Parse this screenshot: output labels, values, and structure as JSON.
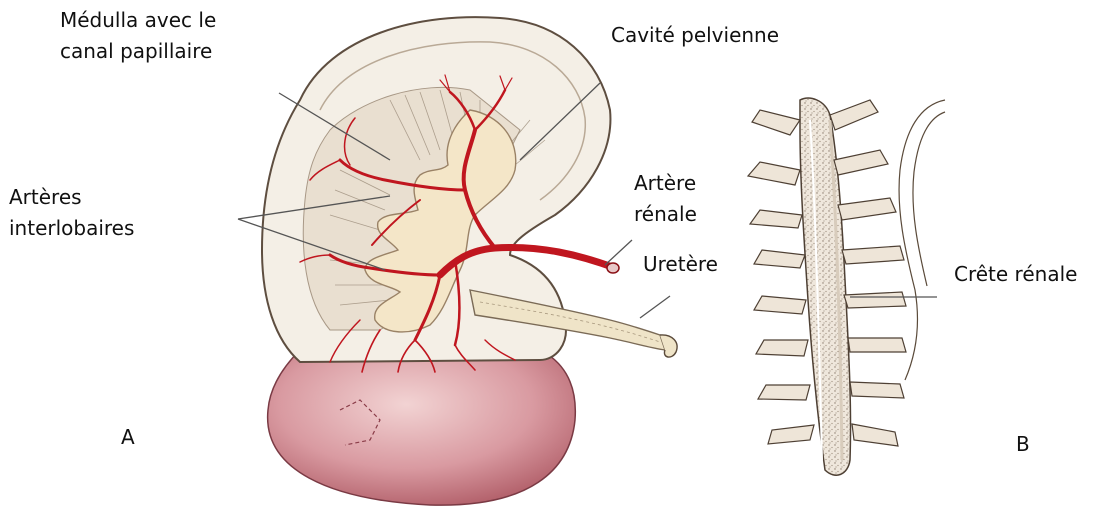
{
  "labels": {
    "medulla_line1": "Médulla avec le",
    "medulla_line2": "canal papillaire",
    "cavite_pelvienne": "Cavité pelvienne",
    "arteres_line1": "Artères",
    "arteres_line2": "interlobaires",
    "artere_renale_line1": "Artère",
    "artere_renale_line2": "rénale",
    "uretere": "Uretère",
    "crete_renale": "Crête rénale",
    "panel_a": "A",
    "panel_b": "B"
  },
  "colors": {
    "capsule": "#f3ede4",
    "cortex_outline": "#6b5a4a",
    "medulla": "#eadfcf",
    "pelvis": "#f4e6c8",
    "artery": "#c0161f",
    "lower_pole": "#d89aa0",
    "lower_pole_dark": "#b5606a",
    "ureter": "#efe4c8",
    "crest_texture": "#8a7a6a",
    "leader_line": "#555555"
  }
}
